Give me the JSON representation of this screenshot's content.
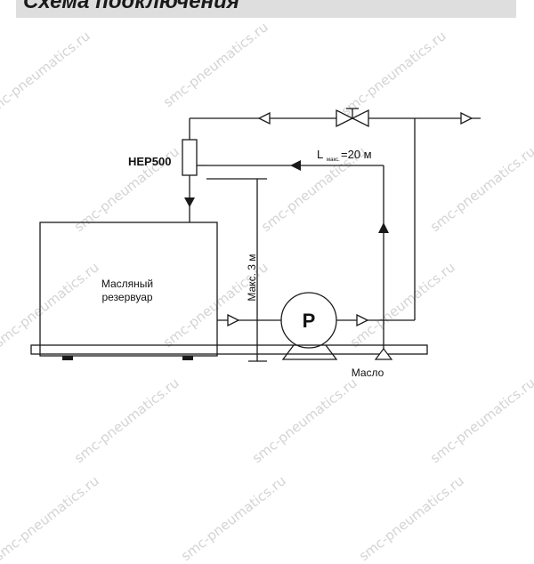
{
  "header": {
    "title": "Схема подключения"
  },
  "diagram": {
    "device_label": "HEP500",
    "tank_label_line1": "Масляный",
    "tank_label_line2": "резервуар",
    "pump_label": "P",
    "max_height_label": "Макс. 3 м",
    "max_length_prefix": "L",
    "max_length_subscript": "макс.",
    "max_length_value": "=20 м",
    "oil_label": "Масло"
  },
  "watermark": {
    "text": "smc-pneumatics.ru"
  }
}
